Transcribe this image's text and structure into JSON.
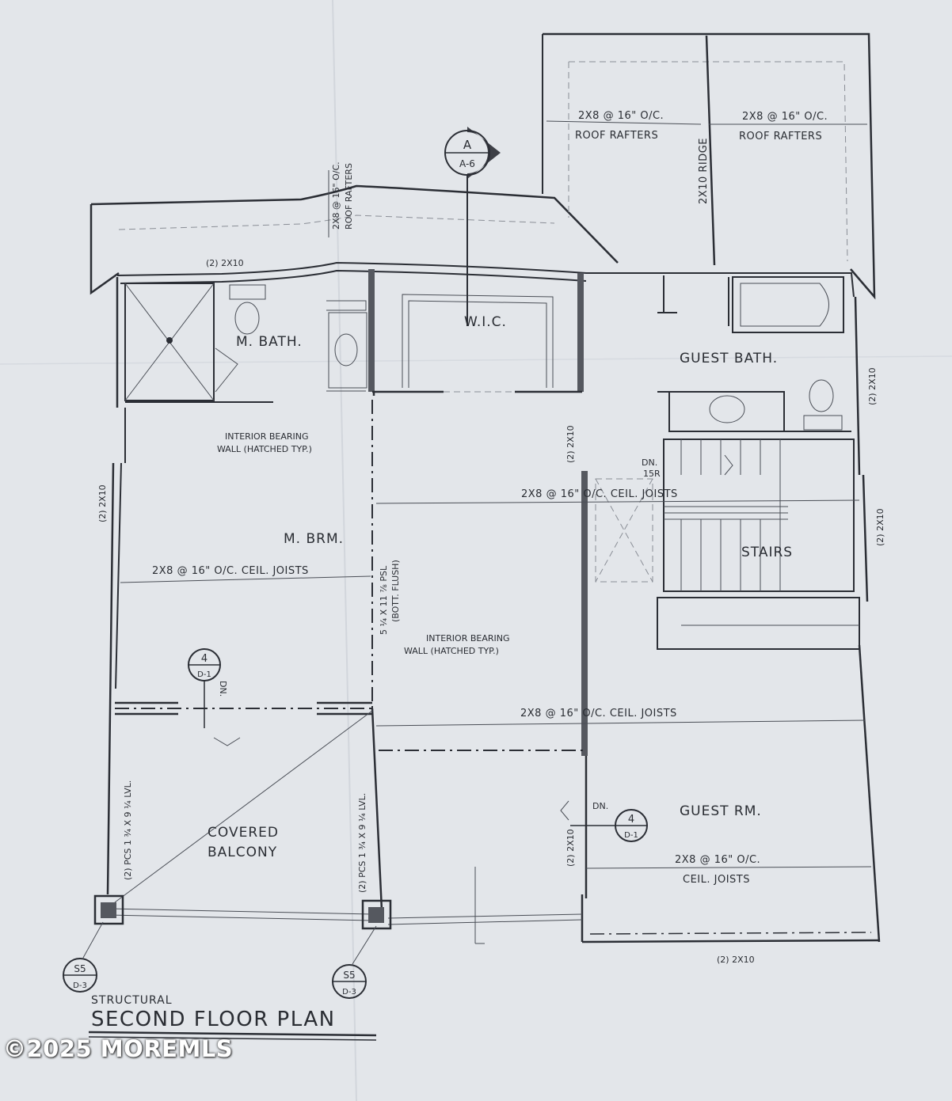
{
  "plan": {
    "title": "SECOND FLOOR PLAN",
    "subtitle": "STRUCTURAL",
    "section_marker": {
      "top": "A",
      "bottom": "A-6"
    },
    "detail_marker_stair": {
      "top": "4",
      "bottom": "D-1"
    },
    "post_marker": {
      "top": "S5",
      "bottom": "D-3"
    },
    "rooms": {
      "master_bath": "M. BATH.",
      "wic": "W.I.C.",
      "guest_bath": "GUEST BATH.",
      "master_bedroom": "M. BRM.",
      "stairs": "STAIRS",
      "covered_balcony_1": "COVERED",
      "covered_balcony_2": "BALCONY",
      "guest_room": "GUEST RM."
    },
    "notes": {
      "roof_rafters_spec": "2X8 @ 16\" O/C.",
      "roof_rafters": "ROOF RAFTERS",
      "ridge": "2X10 RIDGE",
      "header_2x10": "(2) 2X10",
      "bearing_wall_1": "INTERIOR BEARING",
      "bearing_wall_2": "WALL (HATCHED TYP.)",
      "bearing_wall_3": "WALL (HATCHED TYP.)",
      "ceil_joists": "2X8 @ 16\" O/C.  CEIL. JOISTS",
      "ceil_joists_short": "2X8 @ 16\" O/C.",
      "ceil_joists_label": "CEIL. JOISTS",
      "psl_1": "5 ¼ X 11 ⅞ PSL",
      "psl_2": "(BOTT. FLUSH)",
      "lvl": "(2) PCS 1 ¾ X 9 ¼ LVL.",
      "dn": "DN.",
      "risers": "15R"
    }
  },
  "watermark": "©2025 MOREMLS",
  "colors": {
    "paper": "#e3e6ea",
    "ink": "#2b2e35",
    "hatch": "#55585f"
  }
}
